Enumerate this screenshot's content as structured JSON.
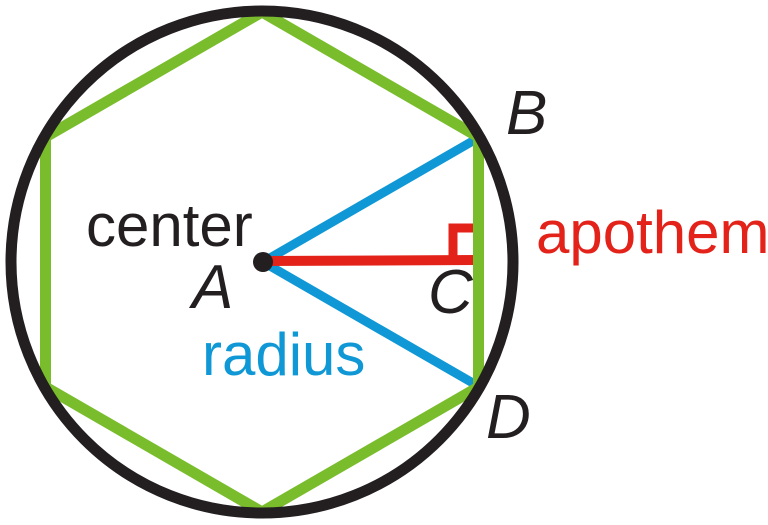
{
  "diagram": {
    "description_labels": {
      "center": "center",
      "radius": "radius",
      "apothem": "apothem"
    },
    "points": {
      "a": "A",
      "b": "B",
      "c": "C",
      "d": "D"
    },
    "colors": {
      "circle": "#231f20",
      "hexagon": "#79bd2c",
      "radius_line": "#0f98d5",
      "apothem_line": "#e3221a",
      "right_angle_marker": "#e3221a",
      "center_dot": "#231f20",
      "text": "#231f20"
    }
  }
}
